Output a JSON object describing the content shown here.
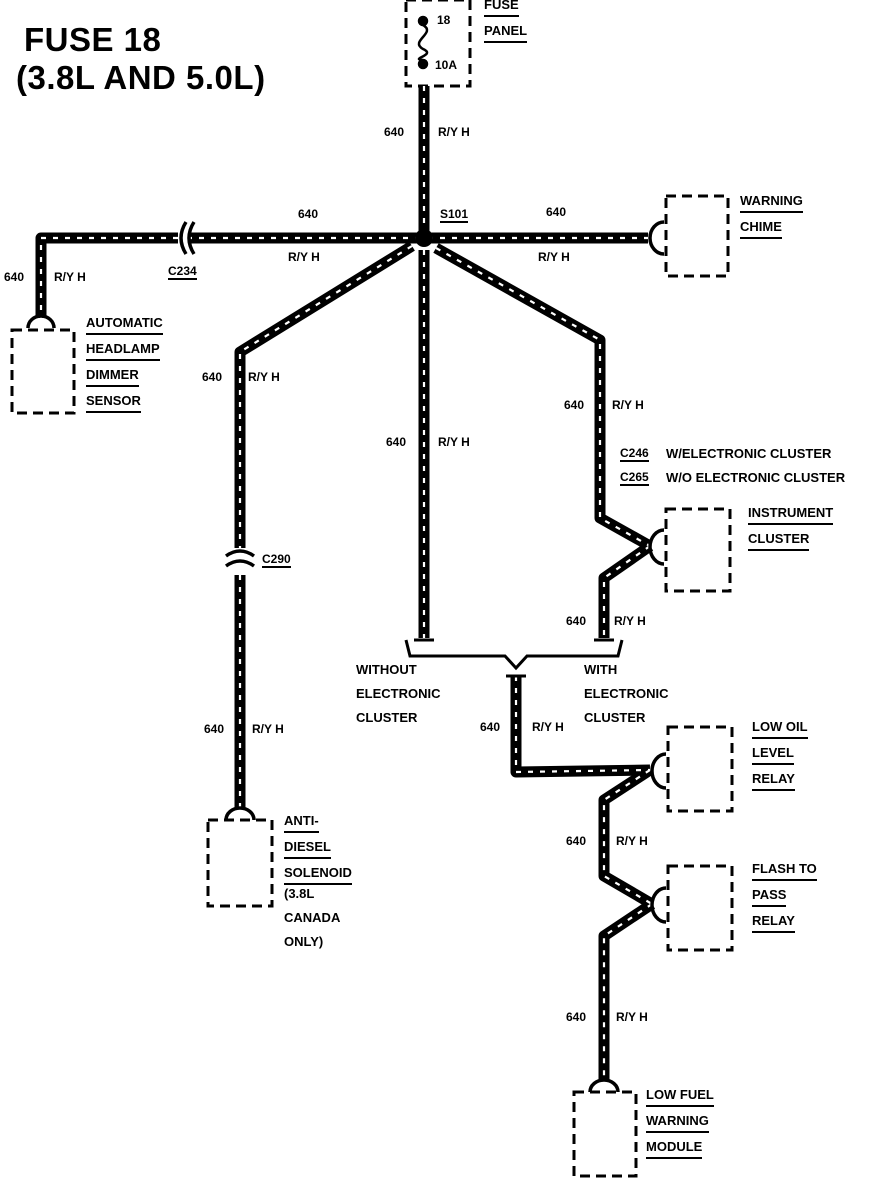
{
  "title": {
    "line1": "FUSE 18",
    "line2": "(3.8L AND 5.0L)"
  },
  "fuse": {
    "number": "18",
    "rating": "10A",
    "panel_line1": "FUSE",
    "panel_line2": "PANEL"
  },
  "wire": {
    "circuit": "640",
    "color": "R/Y H"
  },
  "splice": "S101",
  "connectors": {
    "c234": "C234",
    "c290": "C290",
    "c246": "C246",
    "c265": "C265"
  },
  "cluster_notes": {
    "c246": "W/ELECTRONIC CLUSTER",
    "c265": "W/O ELECTRONIC CLUSTER"
  },
  "branches": {
    "without": [
      "WITHOUT",
      "ELECTRONIC",
      "CLUSTER"
    ],
    "with": [
      "WITH",
      "ELECTRONIC",
      "CLUSTER"
    ]
  },
  "components": {
    "warning_chime": [
      "WARNING",
      "CHIME"
    ],
    "headlamp_sensor": [
      "AUTOMATIC",
      "HEADLAMP",
      "DIMMER",
      "SENSOR"
    ],
    "instrument_cluster": [
      "INSTRUMENT",
      "CLUSTER"
    ],
    "low_oil_relay": [
      "LOW OIL",
      "LEVEL",
      "RELAY"
    ],
    "flash_relay": [
      "FLASH TO",
      "PASS",
      "RELAY"
    ],
    "anti_diesel": [
      "ANTI-",
      "DIESEL",
      "SOLENOID"
    ],
    "anti_diesel_note": [
      "(3.8L",
      "CANADA",
      "ONLY)"
    ],
    "low_fuel": [
      "LOW FUEL",
      "WARNING",
      "MODULE"
    ]
  }
}
